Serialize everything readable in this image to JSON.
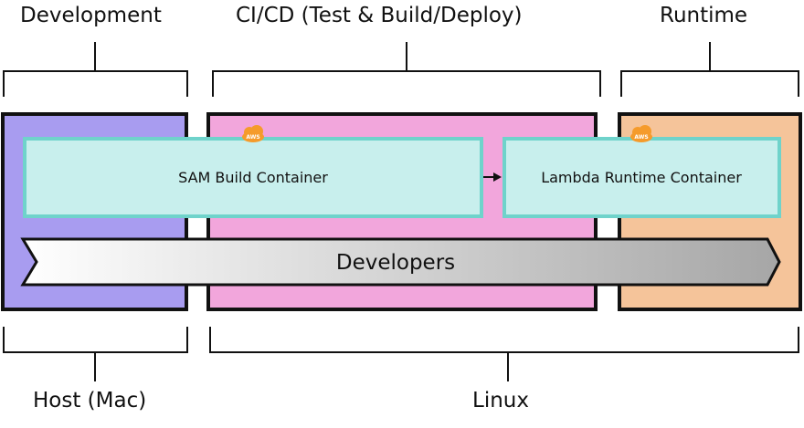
{
  "phases": {
    "development": "Development",
    "cicd": "CI/CD  (Test & Build/Deploy)",
    "runtime": "Runtime"
  },
  "hosts": {
    "host_mac": "Host (Mac)",
    "linux": "Linux"
  },
  "containers": {
    "sam_build": "SAM Build Container",
    "lambda_runtime": "Lambda Runtime Container",
    "badge": "AWS"
  },
  "band": {
    "label": "Developers"
  },
  "colors": {
    "development_fill": "#a89cf0",
    "cicd_fill": "#f2a6dc",
    "runtime_fill": "#f5c49a",
    "container_fill": "#c8efed",
    "container_stroke": "#6fd3cb",
    "aws_badge": "#f59b2b",
    "outline": "#111111"
  }
}
